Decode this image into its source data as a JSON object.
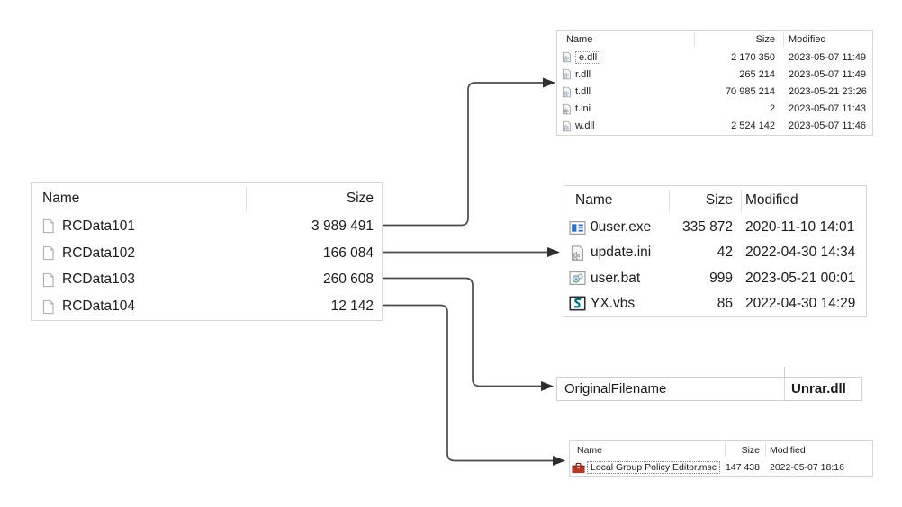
{
  "resource_table": {
    "headers": {
      "name": "Name",
      "size": "Size"
    },
    "rows": [
      {
        "name": "RCData101",
        "size": "3 989 491"
      },
      {
        "name": "RCData102",
        "size": "166 084"
      },
      {
        "name": "RCData103",
        "size": "260 608"
      },
      {
        "name": "RCData104",
        "size": "12 142"
      }
    ]
  },
  "dll_table": {
    "headers": {
      "name": "Name",
      "size": "Size",
      "modified": "Modified"
    },
    "rows": [
      {
        "name": "e.dll",
        "size": "2 170 350",
        "modified": "2023-05-07 11:49",
        "icon": "dll-file-icon"
      },
      {
        "name": "r.dll",
        "size": "265 214",
        "modified": "2023-05-07 11:49",
        "icon": "dll-file-icon"
      },
      {
        "name": "t.dll",
        "size": "70 985 214",
        "modified": "2023-05-21 23:26",
        "icon": "dll-file-icon"
      },
      {
        "name": "t.ini",
        "size": "2",
        "modified": "2023-05-07 11:43",
        "icon": "ini-file-icon"
      },
      {
        "name": "w.dll",
        "size": "2 524 142",
        "modified": "2023-05-07 11:46",
        "icon": "dll-file-icon"
      }
    ]
  },
  "dropped_files_table": {
    "headers": {
      "name": "Name",
      "size": "Size",
      "modified": "Modified"
    },
    "rows": [
      {
        "name": "0user.exe",
        "size": "335 872",
        "modified": "2020-11-10 14:01",
        "icon": "exe-file-icon"
      },
      {
        "name": "update.ini",
        "size": "42",
        "modified": "2022-04-30 14:34",
        "icon": "ini-file-icon"
      },
      {
        "name": "user.bat",
        "size": "999",
        "modified": "2023-05-21 00:01",
        "icon": "bat-file-icon"
      },
      {
        "name": "YX.vbs",
        "size": "86",
        "modified": "2022-04-30 14:29",
        "icon": "vbs-file-icon"
      }
    ]
  },
  "version_info_row": {
    "label": "OriginalFilename",
    "value": "Unrar.dll"
  },
  "msc_table": {
    "headers": {
      "name": "Name",
      "size": "Size",
      "modified": "Modified"
    },
    "rows": [
      {
        "name": "Local Group Policy Editor.msc",
        "size": "147 438",
        "modified": "2022-05-07 18:16",
        "icon": "msc-file-icon"
      }
    ]
  },
  "connections": [
    {
      "from": "RCData101",
      "to": "dll_table"
    },
    {
      "from": "RCData102",
      "to": "dropped_files_table.update.ini"
    },
    {
      "from": "RCData103",
      "to": "version_info_row"
    },
    {
      "from": "RCData104",
      "to": "msc_table"
    }
  ],
  "colors": {
    "arrow": "#4a4a4a",
    "arrowhead": "#2e2e2e",
    "table_border": "#d6d6d6",
    "text": "#1b1b1b",
    "accent_blue": "#2f6fc4",
    "vbs_teal": "#0c7f8e",
    "msc_red": "#b5382b"
  }
}
